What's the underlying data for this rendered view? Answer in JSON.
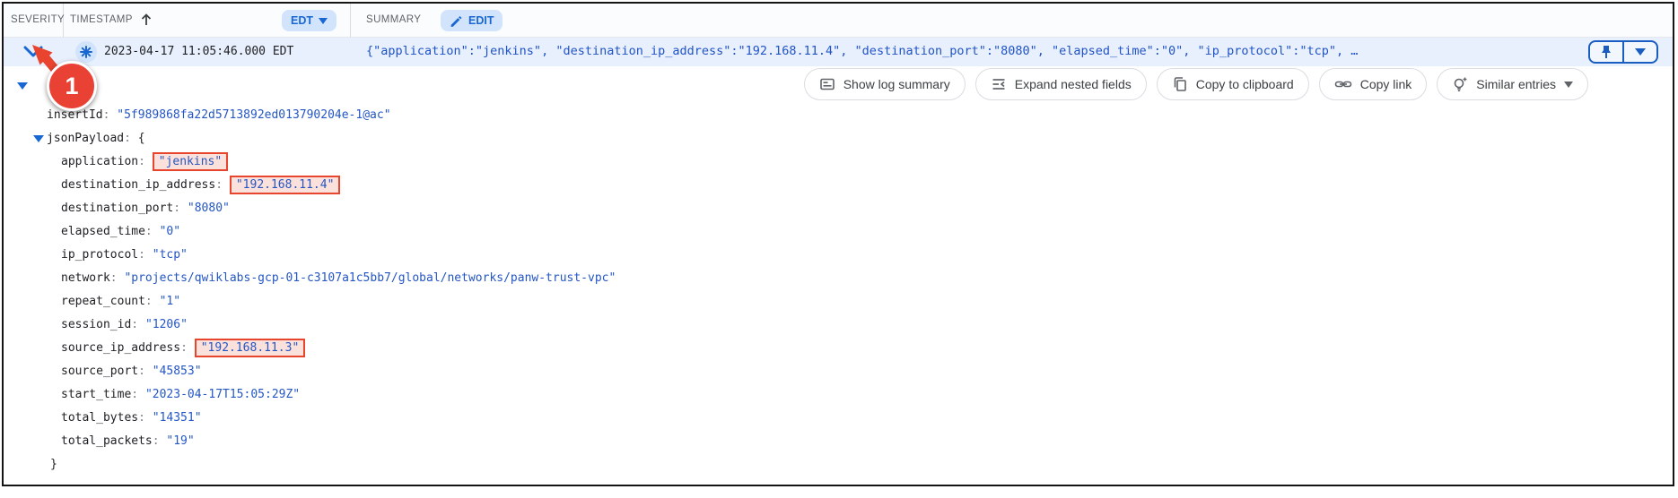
{
  "header": {
    "severity": "SEVERITY",
    "timestamp": "TIMESTAMP",
    "timezone": "EDT",
    "summary": "SUMMARY",
    "edit": "EDIT"
  },
  "log_row": {
    "timestamp": "2023-04-17 11:05:46.000 EDT",
    "summary": "{\"application\":\"jenkins\", \"destination_ip_address\":\"192.168.11.4\", \"destination_port\":\"8080\", \"elapsed_time\":\"0\", \"ip_protocol\":\"tcp\", …"
  },
  "actions": {
    "show_log_summary": "Show log summary",
    "expand_nested_fields": "Expand nested fields",
    "copy_to_clipboard": "Copy to clipboard",
    "copy_link": "Copy link",
    "similar_entries": "Similar entries"
  },
  "annotation": {
    "step": "1"
  },
  "json": {
    "lines": [
      {
        "key": "insertId",
        "value": "\"5f989868fa22d5713892ed013790204e-1@ac\""
      },
      {
        "key": "jsonPayload",
        "value": "{"
      },
      {
        "key": "application",
        "value": "\"jenkins\"",
        "highlighted": true
      },
      {
        "key": "destination_ip_address",
        "value": "\"192.168.11.4\"",
        "highlighted": true
      },
      {
        "key": "destination_port",
        "value": "\"8080\""
      },
      {
        "key": "elapsed_time",
        "value": "\"0\""
      },
      {
        "key": "ip_protocol",
        "value": "\"tcp\""
      },
      {
        "key": "network",
        "value": "\"projects/qwiklabs-gcp-01-c3107a1c5bb7/global/networks/panw-trust-vpc\""
      },
      {
        "key": "repeat_count",
        "value": "\"1\""
      },
      {
        "key": "session_id",
        "value": "\"1206\""
      },
      {
        "key": "source_ip_address",
        "value": "\"192.168.11.3\"",
        "highlighted": true
      },
      {
        "key": "source_port",
        "value": "\"45853\""
      },
      {
        "key": "start_time",
        "value": "\"2023-04-17T15:05:29Z\""
      },
      {
        "key": "total_bytes",
        "value": "\"14351\""
      },
      {
        "key": "total_packets",
        "value": "\"19\""
      },
      {
        "key": "close_brace",
        "value": "}"
      }
    ]
  },
  "colors": {
    "accent_blue": "#1967d2",
    "row_highlight": "#e8f0fe",
    "pill_bg": "#d2e3fc",
    "annotation_red": "#e94235",
    "highlight_box_border": "#e8452f",
    "highlight_box_bg": "#fbe1db",
    "value_blue": "#2456c4",
    "key_color": "#202124"
  }
}
